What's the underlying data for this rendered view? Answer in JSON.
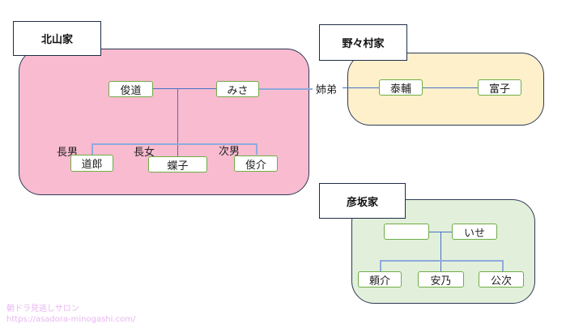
{
  "families": {
    "kitayama": {
      "name": "北山家",
      "color": "#f9bbd0",
      "father": "俊道",
      "mother": "みさ",
      "children": [
        {
          "role": "長男",
          "name": "道郎"
        },
        {
          "role": "長女",
          "name": "蝶子"
        },
        {
          "role": "次男",
          "name": "俊介"
        }
      ]
    },
    "nonomura": {
      "name": "野々村家",
      "color": "#fff0cc",
      "persons": [
        "泰輔",
        "富子"
      ]
    },
    "hikosaka": {
      "name": "彦坂家",
      "color": "#e2efda",
      "father": "",
      "mother": "いせ",
      "children": [
        "頼介",
        "安乃",
        "公次"
      ]
    }
  },
  "relation_label": "姉弟",
  "watermark": {
    "line1": "朝ドラ見逃しサロン",
    "line2": "https://asadora-minogashi.com/"
  }
}
